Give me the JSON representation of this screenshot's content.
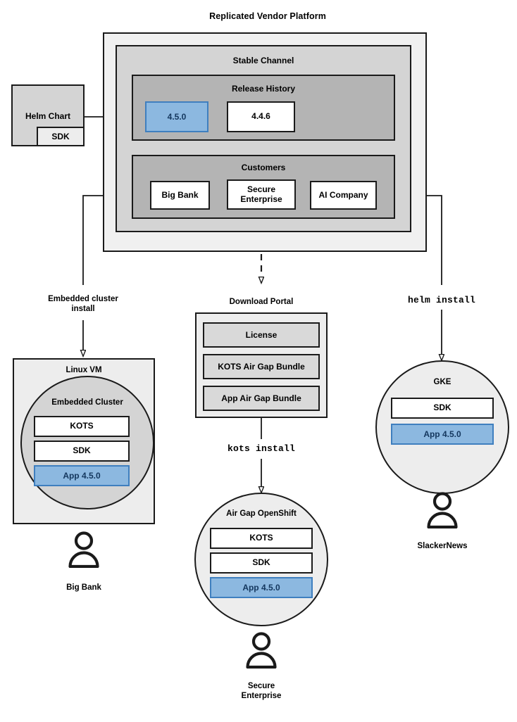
{
  "diagram": {
    "title": "Replicated Vendor Platform",
    "colors": {
      "accent_blue_fill": "#8cb8e0",
      "accent_blue_border": "#3f7fbf",
      "accent_blue_text": "#14375e",
      "outer_panel": "#f0f0f0",
      "mid_panel": "#d4d4d4",
      "inner_panel": "#b4b4b4",
      "stroke": "#1a1a1a"
    }
  },
  "helm_chart": {
    "title": "Helm Chart",
    "sdk_label": "SDK"
  },
  "platform": {
    "channel": {
      "title": "Stable Channel",
      "release_history": {
        "title": "Release History",
        "releases": [
          {
            "version": "4.5.0",
            "highlighted": true
          },
          {
            "version": "4.4.6",
            "highlighted": false
          }
        ]
      },
      "customers": {
        "title": "Customers",
        "items": [
          {
            "name": "Big Bank"
          },
          {
            "name": "Secure\nEnterprise",
            "line1": "Secure",
            "line2": "Enterprise"
          },
          {
            "name": "AI Company"
          }
        ]
      }
    }
  },
  "edges": {
    "embedded_cluster_install": {
      "line1": "Embedded cluster",
      "line2": "install"
    },
    "helm_install": "helm install",
    "kots_install": "kots install"
  },
  "download_portal": {
    "title": "Download Portal",
    "artifacts": [
      "License",
      "KOTS Air Gap Bundle",
      "App Air Gap Bundle"
    ]
  },
  "targets": {
    "linux_vm": {
      "title": "Linux VM",
      "cluster_title": "Embedded Cluster",
      "components": [
        {
          "label": "KOTS",
          "highlighted": false
        },
        {
          "label": "SDK",
          "highlighted": false
        },
        {
          "label": "App 4.5.0",
          "highlighted": true
        }
      ],
      "actor": "Big Bank"
    },
    "air_gap_openshift": {
      "title": "Air Gap OpenShift",
      "components": [
        {
          "label": "KOTS",
          "highlighted": false
        },
        {
          "label": "SDK",
          "highlighted": false
        },
        {
          "label": "App 4.5.0",
          "highlighted": true
        }
      ],
      "actor_line1": "Secure",
      "actor_line2": "Enterprise"
    },
    "gke": {
      "title": "GKE",
      "components": [
        {
          "label": "SDK",
          "highlighted": false
        },
        {
          "label": "App 4.5.0",
          "highlighted": true
        }
      ],
      "actor": "SlackerNews"
    }
  },
  "icons": {
    "person": "person-icon",
    "arrowhead": "open-arrowhead-icon"
  }
}
